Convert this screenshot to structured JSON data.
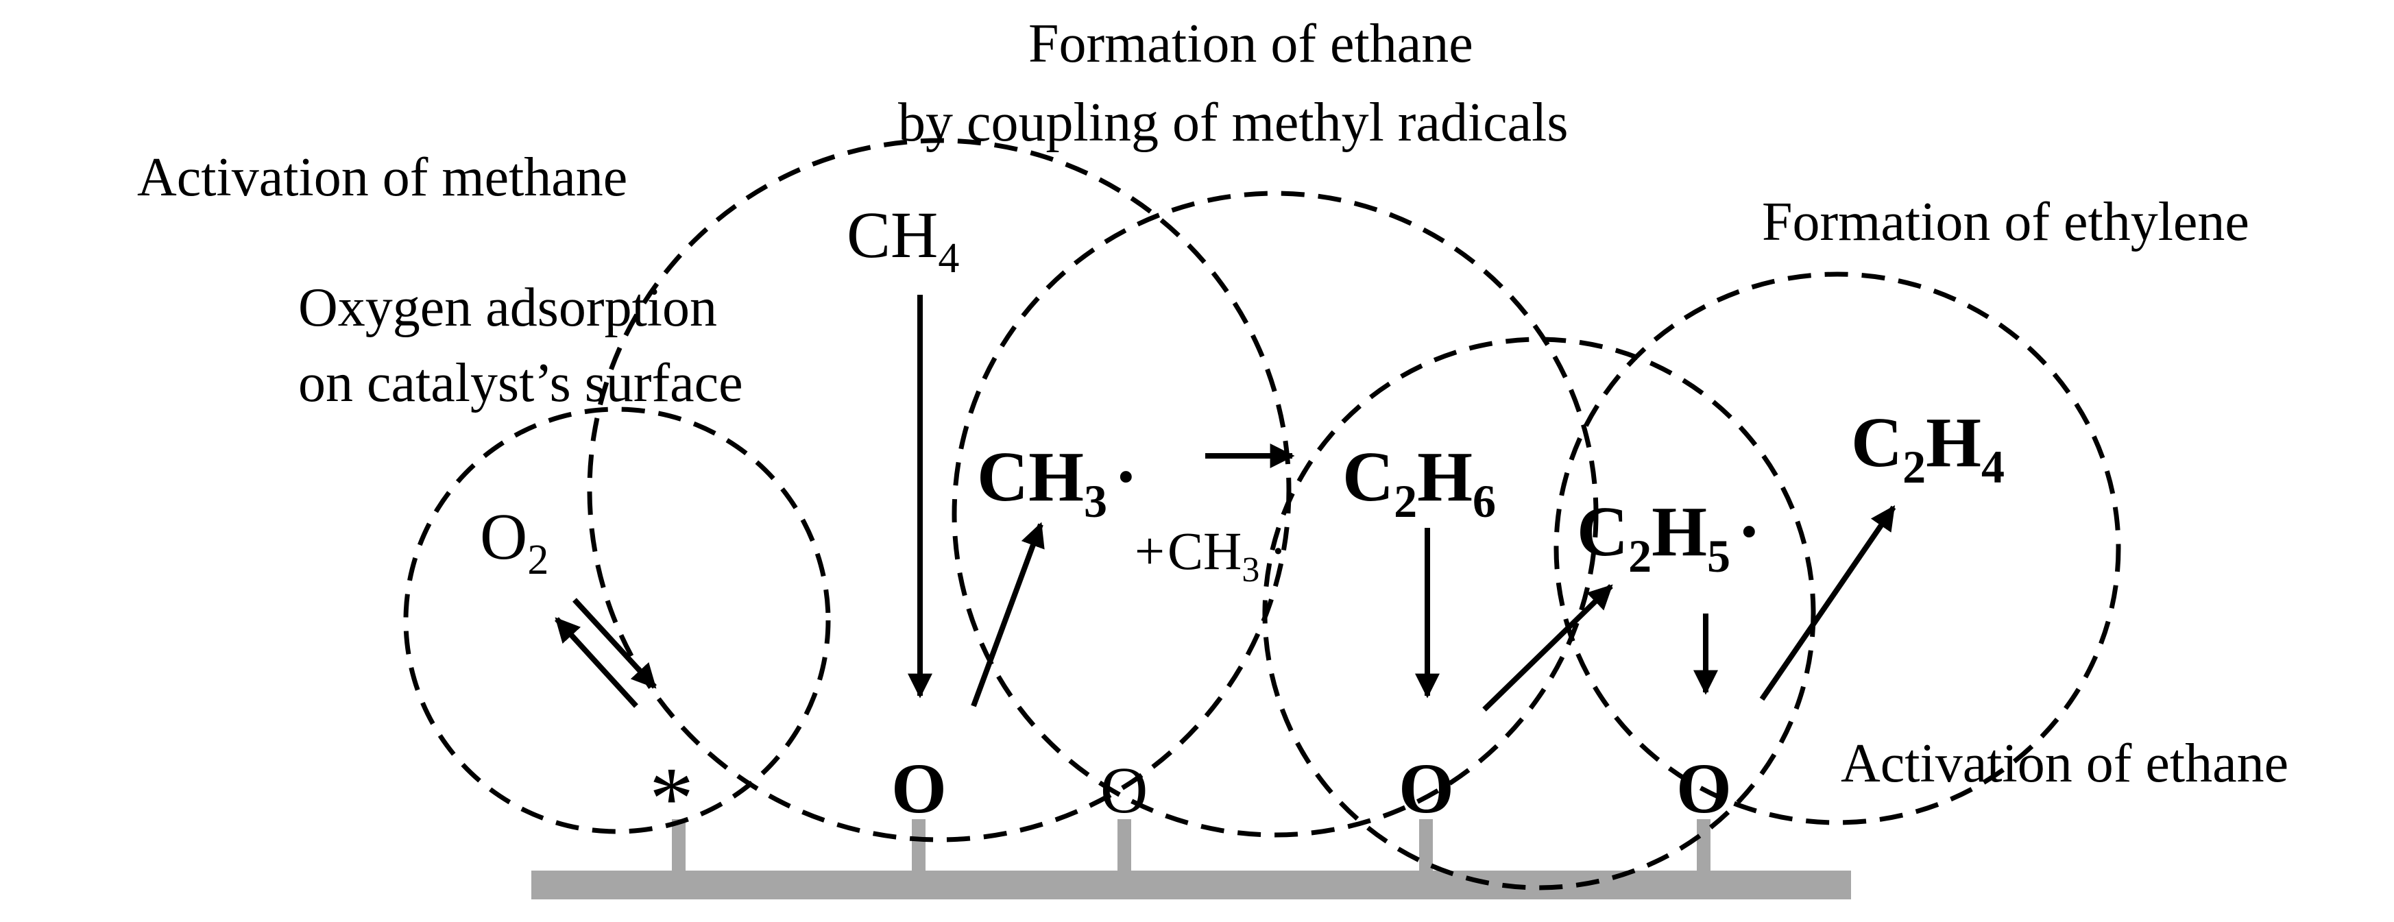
{
  "labels": {
    "oxygen_adsorption": [
      "Oxygen adsorption",
      "on catalyst’s surface"
    ],
    "activation_methane": "Activation of methane",
    "formation_ethane": [
      "Formation of ethane",
      "by coupling of methyl radicals"
    ],
    "formation_ethylene": "Formation of ethylene",
    "activation_ethane": "Activation of ethane"
  },
  "species": {
    "o2": {
      "main": "O",
      "sub": "2"
    },
    "ch4": {
      "main": "CH",
      "sub": "4"
    },
    "ch3_radical": {
      "main": "CH",
      "sub": "3",
      "dot": "·"
    },
    "ch3_coupled": {
      "plus": "+",
      "main": "CH",
      "sub": "3",
      "dot": "·"
    },
    "c2h6": {
      "c": "C",
      "c_sub": "2",
      "h": "H",
      "h_sub": "6"
    },
    "c2h5": {
      "c": "C",
      "c_sub": "2",
      "h": "H",
      "h_sub": "5",
      "dot": "·"
    },
    "c2h4": {
      "c": "C",
      "c_sub": "2",
      "h": "H",
      "h_sub": "4"
    }
  },
  "surface": {
    "vacant_site": "*",
    "active_oxygen": "O",
    "lattice_oxygen": "O"
  },
  "colors": {
    "surface": "#a6a6a6",
    "ink": "#000000",
    "background": "#ffffff"
  }
}
